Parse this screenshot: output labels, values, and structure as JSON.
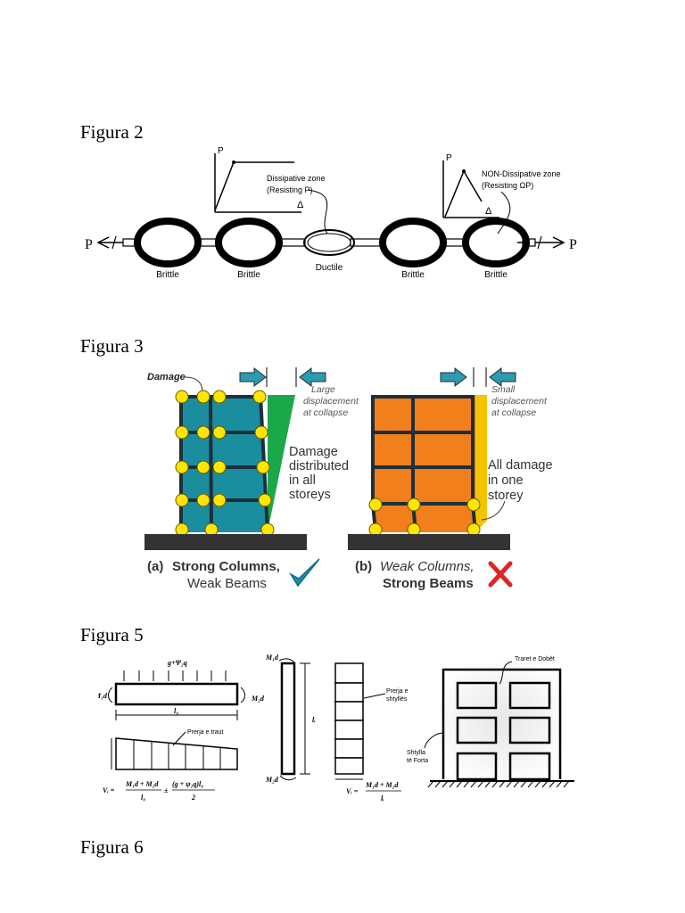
{
  "captions": {
    "fig2": "Figura 2",
    "fig3": "Figura 3",
    "fig5": "Figura 5",
    "fig6": "Figura 6"
  },
  "figura2": {
    "force_left": "P",
    "force_right": "P",
    "graph_left": {
      "p_axis": "P",
      "delta_axis": "Δ",
      "label_line1": "Dissipative zone",
      "label_line2": "(Resisting P)"
    },
    "graph_right": {
      "p_axis": "P",
      "delta_axis": "Δ",
      "label_line1": "NON-Dissipative zone",
      "label_line2": "(Resisting ΩP)"
    },
    "links": [
      "Brittle",
      "Brittle",
      "Ductile",
      "Brittle",
      "Brittle"
    ]
  },
  "figura3": {
    "damage_label": "Damage",
    "left": {
      "disp_lines": [
        "Large",
        "displacement",
        "at collapse"
      ],
      "note_lines": [
        "Damage",
        "distributed",
        "in all",
        "storeys"
      ],
      "letter": "(a)",
      "title_line1": "Strong Columns,",
      "title_line2": "Weak Beams",
      "fill_color": "#1a8e9e",
      "wedge_color": "#1aa84a",
      "mark": "check-icon"
    },
    "right": {
      "disp_lines": [
        "Small",
        "displacement",
        "at collapse"
      ],
      "note_lines": [
        "All damage",
        "in one",
        "storey"
      ],
      "letter": "(b)",
      "title_line1": "Weak Columns,",
      "title_line2": "Strong Beams",
      "fill_color": "#f07f1c",
      "wedge_color": "#f5c400",
      "mark": "cross-icon"
    }
  },
  "figura5": {
    "beam": {
      "load": "g+Ψ₂q",
      "m_left": "M₁d",
      "m_right": "M₂d",
      "span": "l₀",
      "shear_label": "Prerja e traut",
      "formula_lhs": "Vᵢ =",
      "formula_num1": "M₁d + M₂d",
      "formula_den1": "l₀",
      "formula_pm": "±",
      "formula_num2": "(g + ψ₂q)l₀",
      "formula_den2": "2"
    },
    "column": {
      "m_top": "M₁d",
      "m_bottom": "M₂d",
      "height": "lᵢ",
      "label_line1": "Prerja e",
      "label_line2": "shtyllës",
      "formula_lhs": "Vᵢ =",
      "formula_num": "M₁d + M₂d",
      "formula_den": "lᵢ"
    },
    "frame": {
      "beams_label": "Traret e Dobët",
      "columns_line1": "Shtylla",
      "columns_line2": "të Forta"
    }
  }
}
